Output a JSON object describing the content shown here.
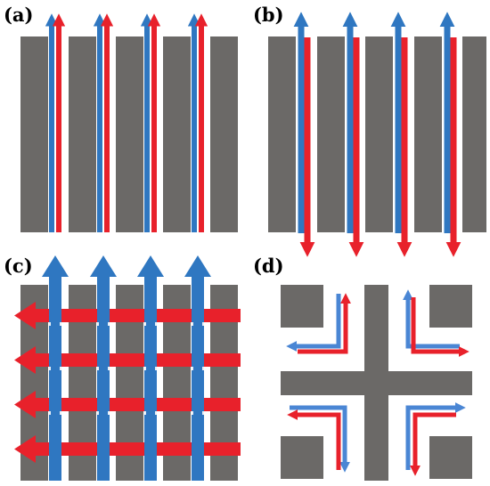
{
  "colors": {
    "background": "#ffffff",
    "stripe": "#6b6967",
    "red": "#e8212b",
    "blue": "#2f77c1",
    "blue_light": "#4a86d4"
  },
  "panels": [
    {
      "id": "a",
      "label": "(a)",
      "description_icon": "parallel-stripes-co-flow-icon"
    },
    {
      "id": "b",
      "label": "(b)",
      "description_icon": "parallel-stripes-counter-flow-icon"
    },
    {
      "id": "c",
      "label": "(c)",
      "description_icon": "cross-flow-grid-icon"
    },
    {
      "id": "d",
      "label": "(d)",
      "description_icon": "cross-junction-corner-flow-icon"
    }
  ]
}
